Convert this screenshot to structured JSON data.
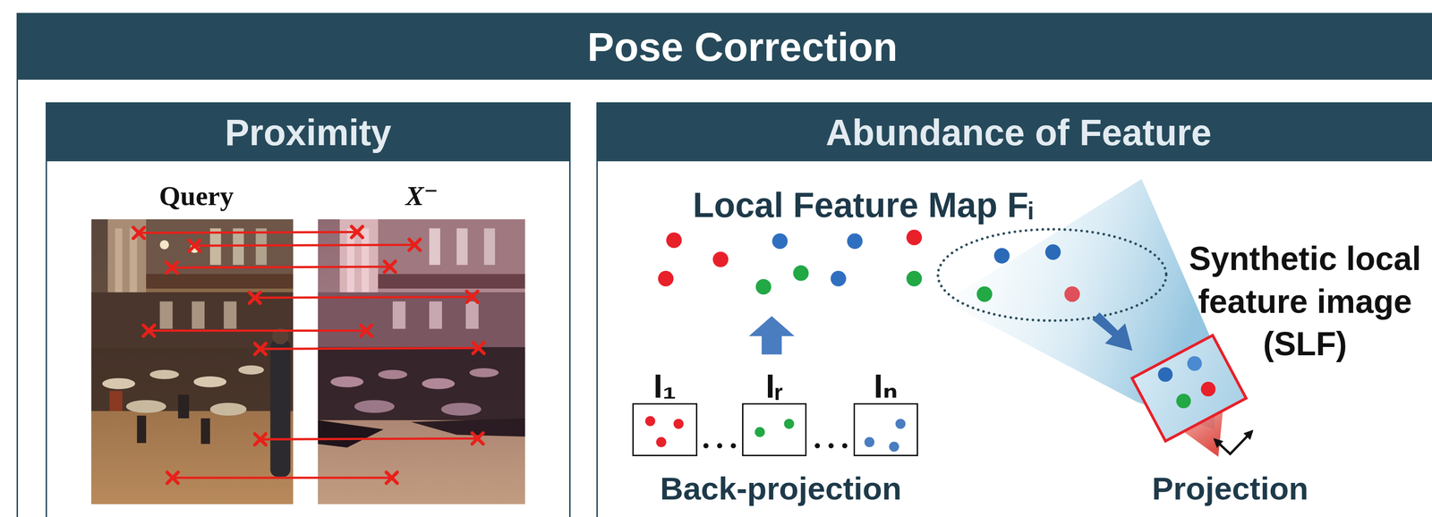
{
  "diagram": {
    "nodes": [
      {
        "text": [
          "Pose Correction"
        ]
      },
      {
        "text": [
          "Proximity"
        ],
        "in": 0
      },
      {
        "text": [
          "Abundance of Feature"
        ],
        "in": 0
      },
      {
        "text": [
          "I₁"
        ],
        "in": 2
      },
      {
        "text": [
          "Iᵣ"
        ],
        "in": 2
      },
      {
        "text": [
          "Iₙ"
        ],
        "in": 2
      }
    ],
    "labels": [
      "Query",
      "X⁻",
      "Local Feature Map Fᵢ",
      "Back-projection",
      "Synthetic local feature image (SLF)",
      "Projection"
    ]
  }
}
